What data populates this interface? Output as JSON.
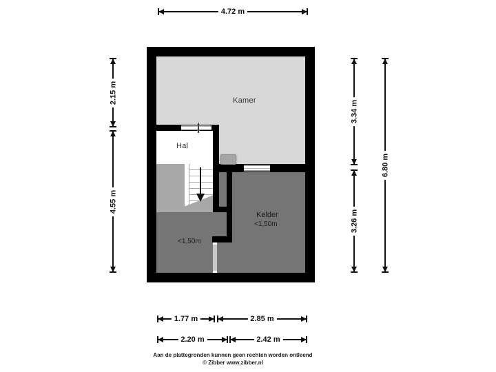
{
  "title": "Floor plan (souterrain)",
  "colors": {
    "wall": "#000000",
    "kamer_fill": "#d8d8d8",
    "hal_fill": "#ffffff",
    "stairwell_fill": "#a8a8a8",
    "kelder_fill": "#757575",
    "dimension_line": "#111111",
    "background": "#ffffff"
  },
  "rooms": {
    "kamer": {
      "label": "Kamer"
    },
    "hal": {
      "label": "Hal"
    },
    "kelder": {
      "label": "Kelder",
      "height_note": "<1,50m"
    },
    "low_area": {
      "height_note": "<1,50m"
    }
  },
  "dimensions": {
    "top_width": "4.72 m",
    "left_upper": "2.15 m",
    "left_lower": "4.55 m",
    "right_upper": "3.34 m",
    "right_lower": "3.26 m",
    "right_total": "6.80 m",
    "bottom_inner_left": "1.77 m",
    "bottom_inner_right": "2.85 m",
    "bottom_outer_left": "2.20 m",
    "bottom_outer_right": "2.42 m"
  },
  "footer": {
    "disclaimer": "Aan de plattegronden kunnen geen rechten worden ontleend",
    "copyright": "© Zibber www.zibber.nl"
  }
}
